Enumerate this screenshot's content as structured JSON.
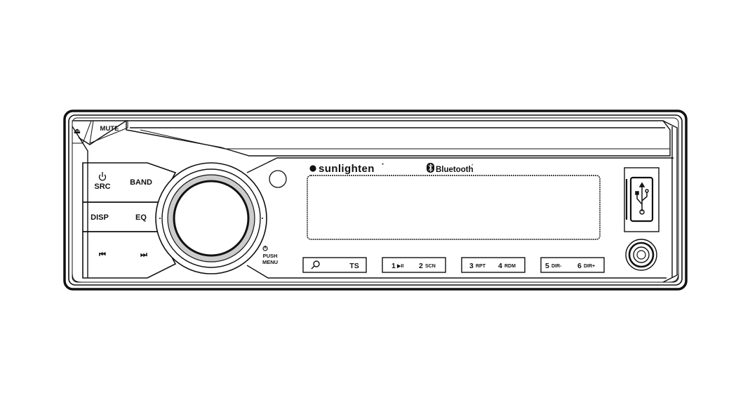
{
  "brand": {
    "name": "sunlighten",
    "mark": "*"
  },
  "bluetooth": {
    "label": "Bluetooth",
    "mark": "*"
  },
  "buttons": {
    "eject": "⏏",
    "mute": "MUTE",
    "src": "SRC",
    "band": "BAND",
    "disp": "DISP",
    "eq": "EQ",
    "prev": "⏮",
    "next": "⏭",
    "push_menu_1": "PUSH",
    "push_menu_2": "MENU"
  },
  "presets": [
    {
      "left_num": "",
      "left_sub": "",
      "right_num": "",
      "right_sub": "TS"
    },
    {
      "left_num": "1",
      "left_sub": "▶II",
      "right_num": "2",
      "right_sub": "SCN"
    },
    {
      "left_num": "3",
      "left_sub": "RPT",
      "right_num": "4",
      "right_sub": "RDM"
    },
    {
      "left_num": "5",
      "left_sub": "DIR-",
      "right_num": "6",
      "right_sub": "DIR+"
    }
  ],
  "icons": {
    "power": "power-icon",
    "search": "search-icon",
    "usb": "usb-icon",
    "aux": "aux-jack-icon",
    "ir": "ir-sensor-icon",
    "eject": "eject-icon"
  }
}
